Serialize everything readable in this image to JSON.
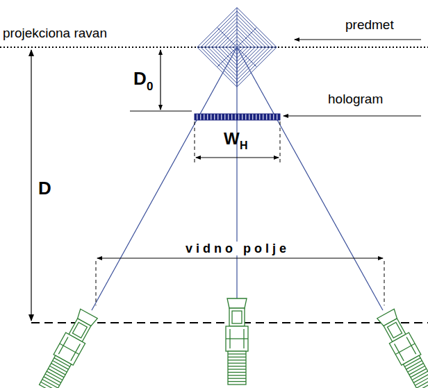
{
  "diagram": {
    "labels": [
      "projekciona ravan",
      "predmet",
      "hologram",
      "D",
      "0",
      "W",
      "H",
      "D",
      "vidno polje"
    ]
  }
}
